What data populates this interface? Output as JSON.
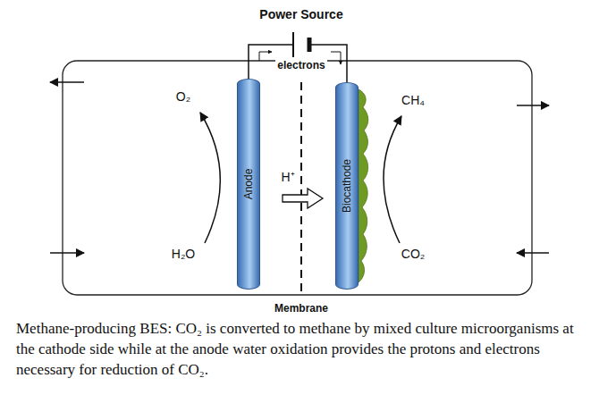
{
  "diagram": {
    "caption": "Methane-producing BES: CO₂ is converted to methane by mixed culture microorganisms at the cathode side while at the anode water oxidation provides the protons and electrons necessary for reduction of CO₂.",
    "nodes": [
      {
        "text": [
          "Anode"
        ]
      },
      {
        "text": [
          "Biocathode"
        ]
      }
    ],
    "labels": [
      "Power Source",
      "electrons",
      "O₂",
      "H₂O",
      "H⁺",
      "CH₄",
      "CO₂",
      "Membrane"
    ]
  }
}
